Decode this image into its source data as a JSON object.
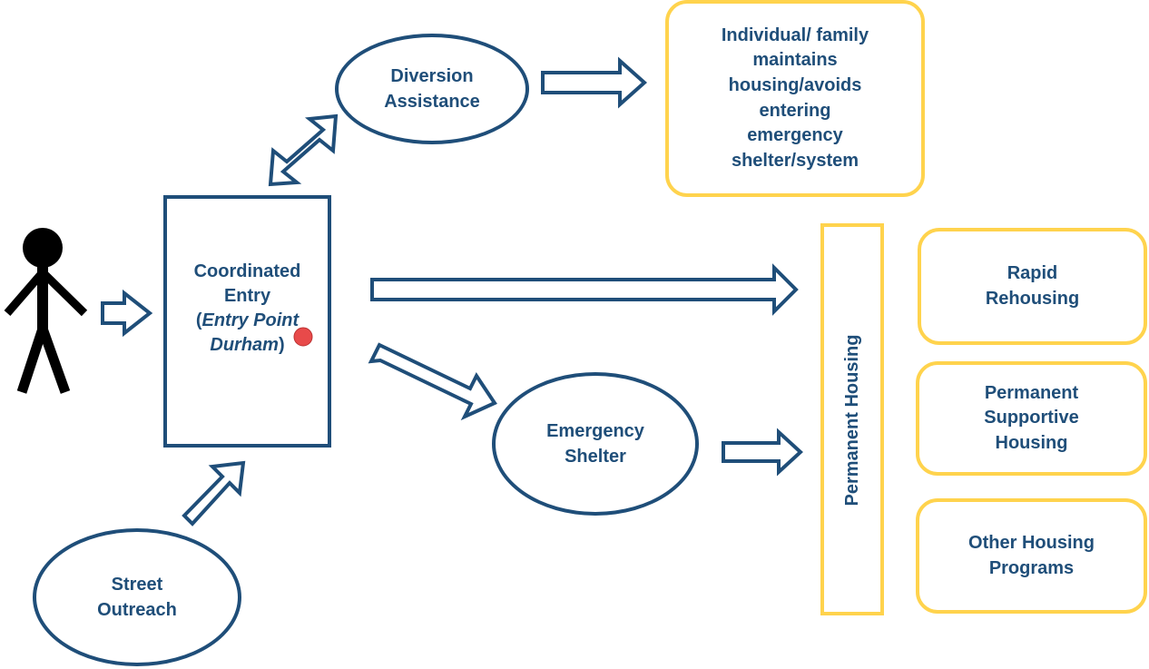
{
  "person": {
    "icon": "person-icon"
  },
  "coordinated_entry": {
    "line1": "Coordinated",
    "line2": "Entry",
    "line3_prefix": "(",
    "line3_italic": "Entry Point",
    "line4_italic": "Durham",
    "line4_suffix": ")"
  },
  "diversion": {
    "line1": "Diversion",
    "line2": "Assistance"
  },
  "diversion_outcome": {
    "lines": [
      "Individual/ family",
      "maintains",
      "housing/avoids",
      "entering",
      "emergency",
      "shelter/system"
    ]
  },
  "emergency_shelter": {
    "line1": "Emergency",
    "line2": "Shelter"
  },
  "street_outreach": {
    "line1": "Street",
    "line2": "Outreach"
  },
  "permanent_housing": {
    "label": "Permanent Housing"
  },
  "housing_types": [
    {
      "line1": "Rapid",
      "line2": "Rehousing"
    },
    {
      "line1": "Permanent",
      "line2": "Supportive",
      "line3": "Housing"
    },
    {
      "line1": "Other Housing",
      "line2": "Programs"
    }
  ],
  "colors": {
    "navy": "#1f4e79",
    "yellow": "#ffd34d",
    "marker": "#e84a4a"
  }
}
